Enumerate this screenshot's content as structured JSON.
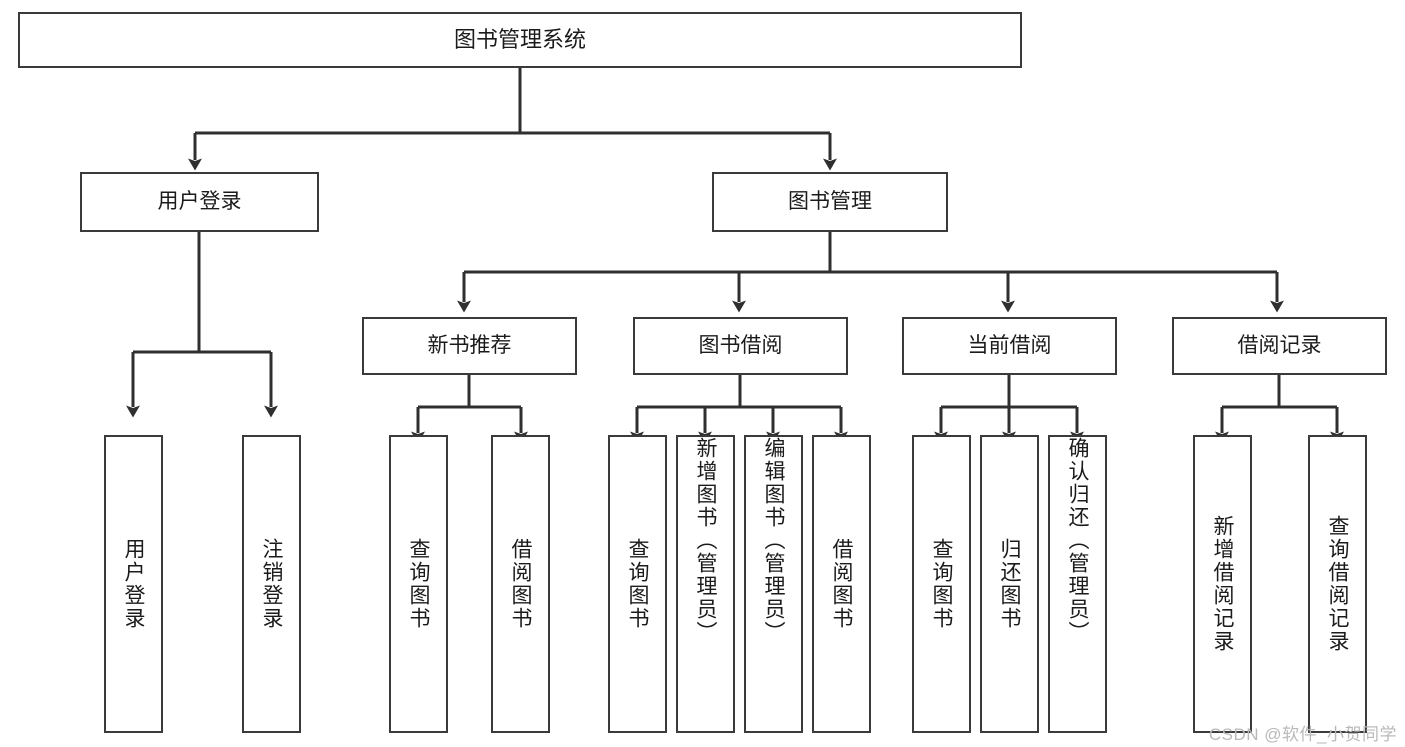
{
  "diagram": {
    "type": "tree",
    "title": "图书管理系统",
    "root": {
      "id": "root",
      "label": "图书管理系统"
    },
    "level1": [
      {
        "id": "user-login",
        "label": "用户登录"
      },
      {
        "id": "book-manage",
        "label": "图书管理"
      }
    ],
    "level2": [
      {
        "id": "new-book-rec",
        "label": "新书推荐",
        "parent": "book-manage"
      },
      {
        "id": "book-borrow",
        "label": "图书借阅",
        "parent": "book-manage"
      },
      {
        "id": "current-borrow",
        "label": "当前借阅",
        "parent": "book-manage"
      },
      {
        "id": "borrow-record",
        "label": "借阅记录",
        "parent": "book-manage"
      }
    ],
    "leaves": [
      {
        "id": "leaf-user-login",
        "label": "用户登录",
        "parent": "user-login"
      },
      {
        "id": "leaf-logout",
        "label": "注销登录",
        "parent": "user-login"
      },
      {
        "id": "leaf-query-book-1",
        "label": "查询图书",
        "parent": "new-book-rec"
      },
      {
        "id": "leaf-borrow-book-1",
        "label": "借阅图书",
        "parent": "new-book-rec"
      },
      {
        "id": "leaf-query-book-2",
        "label": "查询图书",
        "parent": "book-borrow"
      },
      {
        "id": "leaf-add-book",
        "label": "新增图书（管理员）",
        "parent": "book-borrow"
      },
      {
        "id": "leaf-edit-book",
        "label": "编辑图书（管理员）",
        "parent": "book-borrow"
      },
      {
        "id": "leaf-borrow-book-2",
        "label": "借阅图书",
        "parent": "book-borrow"
      },
      {
        "id": "leaf-query-book-3",
        "label": "查询图书",
        "parent": "current-borrow"
      },
      {
        "id": "leaf-return-book",
        "label": "归还图书",
        "parent": "current-borrow"
      },
      {
        "id": "leaf-confirm-return",
        "label": "确认归还（管理员）",
        "parent": "current-borrow"
      },
      {
        "id": "leaf-add-record",
        "label": "新增借阅记录",
        "parent": "borrow-record"
      },
      {
        "id": "leaf-query-record",
        "label": "查询借阅记录",
        "parent": "borrow-record"
      }
    ]
  },
  "watermark": {
    "text": "CSDN @软件_小贺同学"
  },
  "colors": {
    "border": "#3a3a3a",
    "text": "#1b1b1b",
    "background": "#ffffff",
    "watermark": "#b9b9b9"
  }
}
